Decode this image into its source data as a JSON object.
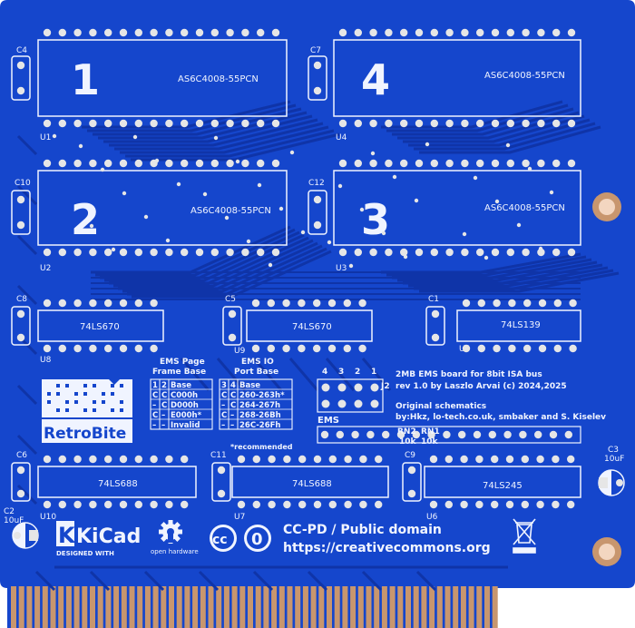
{
  "chips": {
    "u1": {
      "ref": "U1",
      "part": "AS6C4008-55PCN",
      "number": "1"
    },
    "u4": {
      "ref": "U4",
      "part": "AS6C4008-55PCN",
      "number": "4"
    },
    "u2": {
      "ref": "U2",
      "part": "AS6C4008-55PCN",
      "number": "2"
    },
    "u3": {
      "ref": "U3",
      "part": "AS6C4008-55PCN",
      "number": "3"
    },
    "u8": {
      "ref": "U8",
      "part": "74LS670"
    },
    "u9": {
      "ref": "U9",
      "part": "74LS670"
    },
    "u5": {
      "ref": "U5",
      "part": "74LS139"
    },
    "u10": {
      "ref": "U10",
      "part": "74LS688"
    },
    "u7": {
      "ref": "U7",
      "part": "74LS688"
    },
    "u6": {
      "ref": "U6",
      "part": "74LS245"
    }
  },
  "caps": {
    "c4": "C4",
    "c7": "C7",
    "c10": "C10",
    "c12": "C12",
    "c8": "C8",
    "c5": "C5",
    "c1": "C1",
    "c6": "C6",
    "c11": "C11",
    "c9": "C9",
    "c2": "C2",
    "c2_val": "10uF",
    "c3": "C3",
    "c3_val": "10uF"
  },
  "ems_page": {
    "title1": "EMS Page",
    "title2": "Frame Base",
    "headers": [
      "1",
      "2",
      "Base"
    ],
    "rows": [
      [
        "C",
        "C",
        "C000h"
      ],
      [
        "–",
        "C",
        "D000h"
      ],
      [
        "C",
        "–",
        "E000h*"
      ],
      [
        "–",
        "–",
        "Invalid"
      ]
    ]
  },
  "ems_io": {
    "title1": "EMS IO",
    "title2": "Port Base",
    "headers": [
      "3",
      "4",
      "Base"
    ],
    "rows": [
      [
        "C",
        "C",
        "260-263h*"
      ],
      [
        "–",
        "C",
        "264-267h"
      ],
      [
        "C",
        "–",
        "268-26Bh"
      ],
      [
        "–",
        "–",
        "26C-26Fh"
      ]
    ]
  },
  "recommended": "*recommended",
  "jumper": {
    "cols": [
      "4",
      "3",
      "2",
      "1"
    ],
    "ref": "J2",
    "label": "EMS"
  },
  "info": {
    "line1": "2MB EMS board for 8bit ISA bus",
    "line2": "rev 1.0 by Laszlo Arvai (c) 2024,2025",
    "line3": "Original schematics",
    "line4": "by:Hkz, lo-tech.co.uk, smbaker and S. Kiselev"
  },
  "rn": {
    "rn2": "RN2",
    "rn1": "RN1",
    "rn2_val": "10k",
    "rn1_val": "10k"
  },
  "logos": {
    "retrobite": "RetroBite",
    "kicad": "KiCad",
    "kicad_sub": "DESIGNED WITH",
    "oshw": "open hardware",
    "cc": "cc",
    "zero": "0",
    "license": "CC-PD / Public domain",
    "url": "https://creativecommons.org"
  },
  "colors": {
    "board": "#1546cc",
    "trace": "#0f34a8",
    "pad": "#e6e6e6",
    "copper": "#c8966e",
    "silk": "#f0f4ff"
  }
}
